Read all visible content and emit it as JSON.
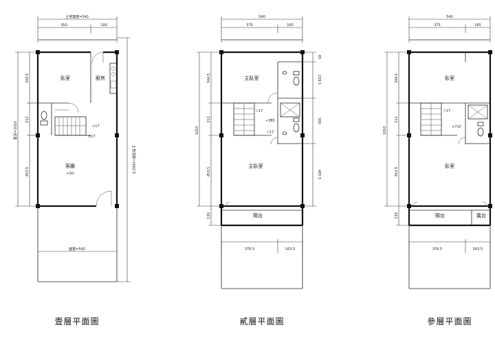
{
  "floors": [
    {
      "title": "壹層平面圖",
      "top_total": "土地寬度=540",
      "top_parts": [
        "350",
        "190"
      ],
      "left_total": "層深=1010",
      "left_parts": [
        "344.5",
        "212",
        "453.5"
      ],
      "right_total": "土地深度=1662.9",
      "bottom_total": "面寬=540",
      "rooms": {
        "bedroom": "臥室",
        "kitchen": "廚房",
        "living": "客廳"
      },
      "levels": [
        "+17",
        "+50",
        "±17"
      ]
    },
    {
      "title": "貳層平面圖",
      "top_total": "540",
      "top_parts": [
        "375",
        "165"
      ],
      "left_total": "1010",
      "left_parts": [
        "344.5",
        "212",
        "453.5",
        "130"
      ],
      "right_parts": [
        "65",
        "239.5",
        "300",
        "405.5"
      ],
      "bottom_parts": [
        "376.5",
        "163.5"
      ],
      "rooms": {
        "master_front": "主臥室",
        "master_rear": "主臥室",
        "balcony": "陽台"
      },
      "levels": [
        "▽17",
        "+380",
        "▽17"
      ]
    },
    {
      "title": "參層平面圖",
      "top_total": "540",
      "top_parts": [
        "375",
        "165"
      ],
      "left_total": "1010",
      "left_parts": [
        "344.5",
        "212",
        "453.5",
        "130"
      ],
      "bottom_parts": [
        "376.5",
        "163.5"
      ],
      "rooms": {
        "bedroom_front": "臥室",
        "bedroom_rear": "臥室",
        "balcony": "陽台",
        "terrace": "露台"
      },
      "levels": [
        "▽17",
        "+710"
      ]
    }
  ]
}
